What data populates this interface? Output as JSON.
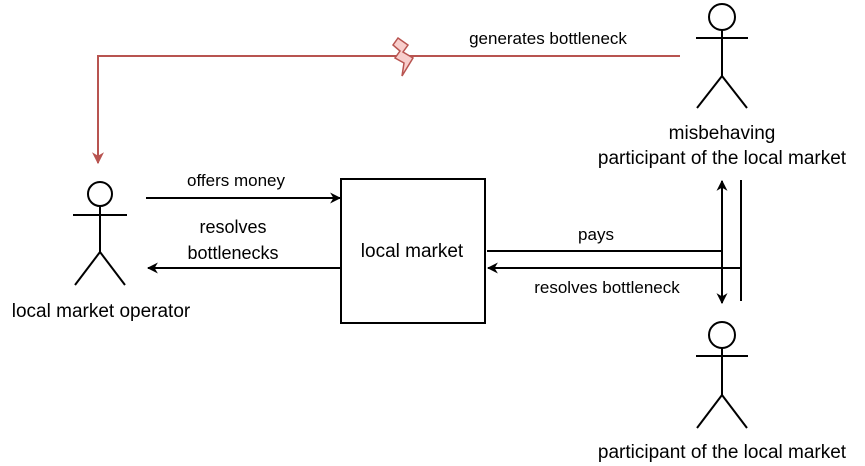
{
  "colors": {
    "stroke": "#000000",
    "highlight": "#b85450",
    "highlight_fill": "#f8cecc"
  },
  "actors": {
    "operator": {
      "name": "local market operator"
    },
    "misbehaving": {
      "name_line1": "misbehaving",
      "name_line2": "participant of the local market"
    },
    "participant": {
      "name": "participant of the local market"
    }
  },
  "nodes": {
    "market": {
      "label": "local market"
    }
  },
  "edges": {
    "generates": {
      "label": "generates bottleneck",
      "icon": "lightning-bolt-icon"
    },
    "offers": {
      "label": "offers money"
    },
    "resolves_ops": {
      "label_line1": "resolves",
      "label_line2": "bottlenecks"
    },
    "pays": {
      "label": "pays"
    },
    "resolves_one": {
      "label": "resolves bottleneck"
    }
  }
}
